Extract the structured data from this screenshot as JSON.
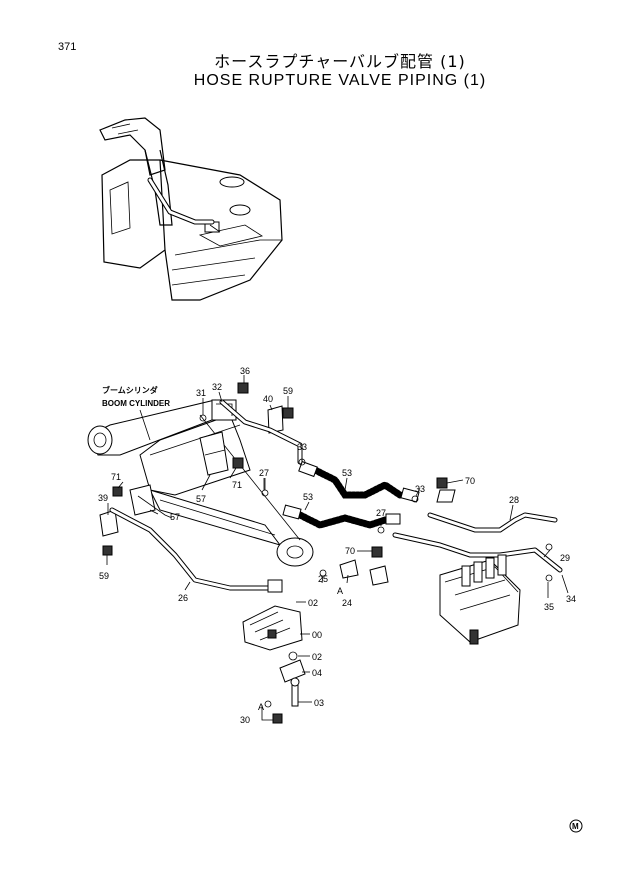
{
  "page_number": "371",
  "title_jp": "ホースラプチャーバルブ配管 (1)",
  "title_en": "HOSE RUPTURE VALVE PIPING (1)",
  "boom_cylinder": {
    "jp": "ブームシリンダ",
    "en": "BOOM CYLINDER"
  },
  "part_labels": {
    "p36": "36",
    "p32": "32",
    "p31": "31",
    "p59a": "59",
    "p40": "40",
    "p33a": "33",
    "p53a": "53",
    "p70a": "70",
    "p33b": "33",
    "p28": "28",
    "p27a": "27",
    "p53b": "53",
    "p71a": "71",
    "p71b": "71",
    "p57a": "57",
    "p39": "39",
    "p57b": "57",
    "p27b": "27",
    "p59b": "59",
    "p26": "26",
    "p25": "25",
    "p70b": "70",
    "pA1": "A",
    "p24": "24",
    "p02a": "02",
    "p00": "00",
    "p02b": "02",
    "p04": "04",
    "p03": "03",
    "pA2": "A",
    "p30": "30",
    "p29": "29",
    "p35": "35",
    "p34": "34"
  },
  "corner_mark": "M"
}
